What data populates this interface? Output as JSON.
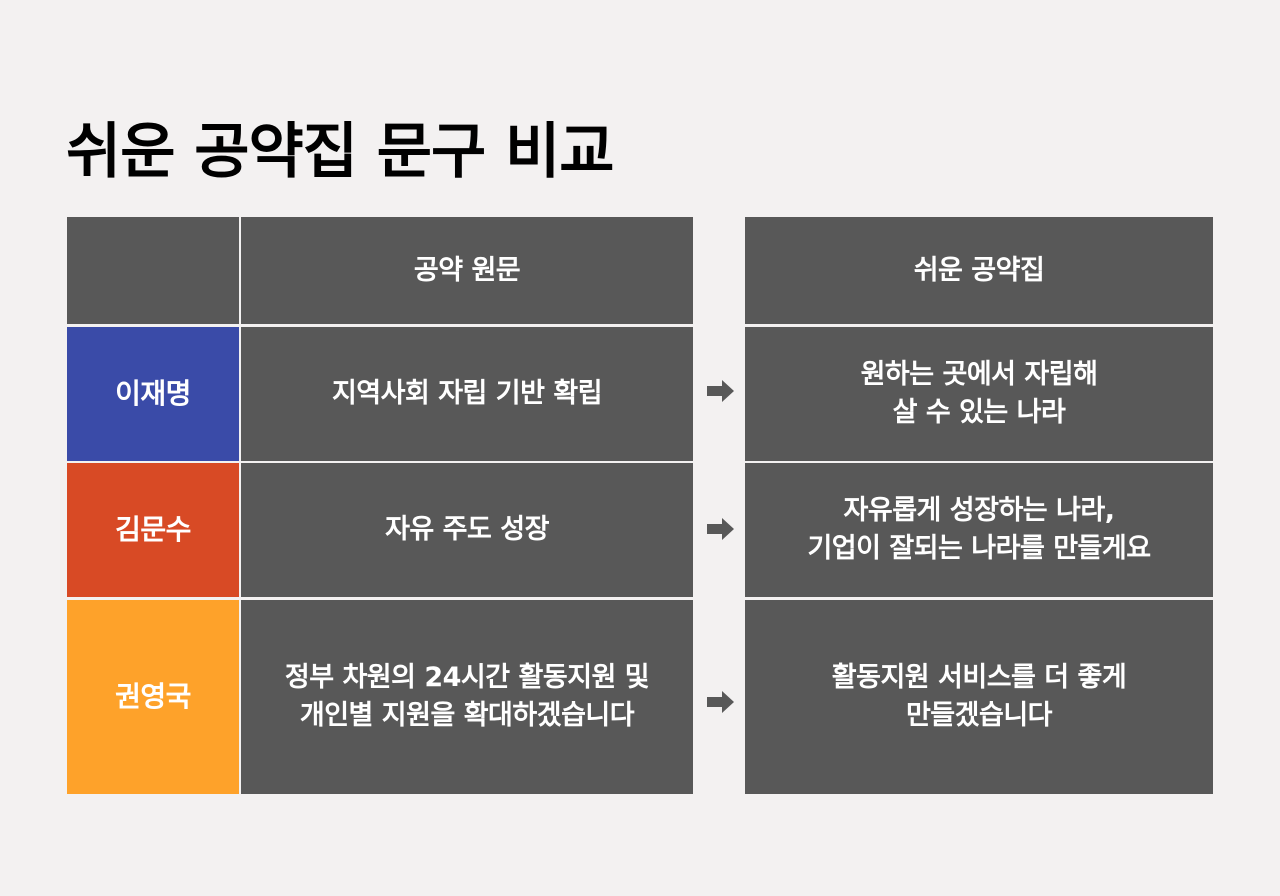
{
  "title": "쉬운 공약집 문구 비교",
  "header": {
    "empty": "",
    "original_label": "공약 원문",
    "easy_label": "쉬운 공약집"
  },
  "rows": [
    {
      "candidate": "이재명",
      "color": "#3a4ba8",
      "original": "지역사회 자립 기반 확립",
      "easy": "원하는 곳에서 자립해\n살 수 있는 나라"
    },
    {
      "candidate": "김문수",
      "color": "#d84a25",
      "original": "자유 주도 성장",
      "easy": "자유롭게 성장하는 나라,\n기업이 잘되는 나라를 만들게요"
    },
    {
      "candidate": "권영국",
      "color": "#fea22a",
      "original": "정부 차원의 24시간 활동지원 및\n개인별 지원을 확대하겠습니다",
      "easy": "활동지원 서비스를 더 좋게\n만들겠습니다"
    }
  ],
  "icons": {
    "arrow": "right-arrow-icon"
  },
  "colors": {
    "background": "#f3f1f1",
    "cell": "#585858",
    "text": "#ffffff",
    "arrow": "#585858"
  }
}
